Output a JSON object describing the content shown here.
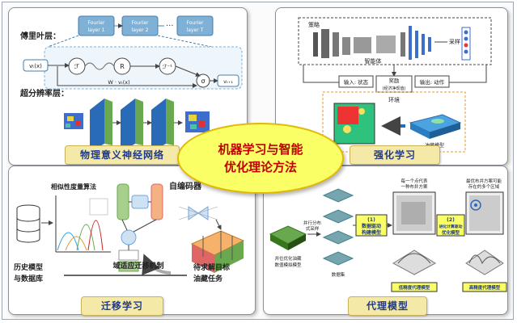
{
  "center": {
    "line1": "机器学习与智能",
    "line2": "优化理论方法"
  },
  "top_left": {
    "title": "物理意义神经网络",
    "fourier_label": "傅里叶层：",
    "superres_label": "超分辨率层：",
    "fourier_layers": [
      "Fourier layer 1",
      "Fourier layer 2",
      "Fourier layer T"
    ],
    "ellipsis": "···",
    "op_labels": [
      "ℱ",
      "R",
      "ℱ⁻¹",
      "σ"
    ],
    "vt_label": "vₜ(x)",
    "vt1_label": "vₜ₊₁",
    "w_label": "W · vₜ(x)"
  },
  "top_right": {
    "title": "强化学习",
    "policy_label": "策略",
    "agent_label": "智能体",
    "sample_label": "采样",
    "input_label": "输入: 状态",
    "reward_label": "奖励",
    "reward_sub": "(经济净现值)",
    "output_label": "输出: 动作",
    "env_label": "环境",
    "model_label": "油藏模型"
  },
  "bottom_left": {
    "title": "迁移学习",
    "similarity_label": "相似性度量算法",
    "encoder_label": "自编码器",
    "history_label_1": "历史模型",
    "history_label_2": "与数据库",
    "domain_label": "域适应迁移机制",
    "target_label_1": "待求解目标",
    "target_label_2": "油藏任务"
  },
  "bottom_right": {
    "title": "代理模型",
    "parallel_label_1": "并行分布",
    "parallel_label_2": "式采样",
    "step1_label_1": "(1)",
    "step1_label_2": "数据驱动",
    "step1_label_3": "构建模型",
    "step2_label_1": "(2)",
    "step2_label_2": "进化计算驱动",
    "step2_label_3": "优化模型",
    "point_label_1": "每一个点代表",
    "point_label_2": "一种布井方案",
    "best_label_1": "最优布井方案可能",
    "best_label_2": "存在的多个区域",
    "well_label_1": "井位优化油藏",
    "well_label_2": "数值模拟模型",
    "dataset_label": "数据集",
    "low_label": "低精度代理模型",
    "high_label": "高精度代理模型"
  }
}
